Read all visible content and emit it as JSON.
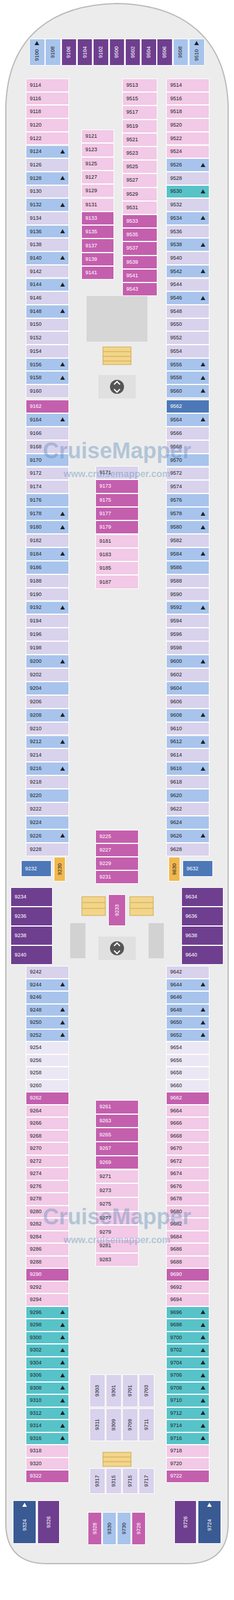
{
  "diagram": {
    "nodes": [
      {
        "text": [
          "9100"
        ]
      },
      {
        "text": [
          "9108"
        ]
      },
      {
        "text": [
          "9106"
        ]
      },
      {
        "text": [
          "9104"
        ]
      },
      {
        "text": [
          "9102"
        ]
      },
      {
        "text": [
          "9500"
        ]
      },
      {
        "text": [
          "9502"
        ]
      },
      {
        "text": [
          "9504"
        ]
      },
      {
        "text": [
          "9506"
        ]
      },
      {
        "text": [
          "9508"
        ]
      },
      {
        "text": [
          "9510"
        ]
      },
      {
        "text": [
          "9114"
        ]
      },
      {
        "text": [
          "9116"
        ]
      },
      {
        "text": [
          "9118"
        ]
      },
      {
        "text": [
          "9120"
        ]
      },
      {
        "text": [
          "9122"
        ]
      },
      {
        "text": [
          "9124"
        ]
      },
      {
        "text": [
          "9126"
        ]
      },
      {
        "text": [
          "9128"
        ]
      },
      {
        "text": [
          "9130"
        ]
      },
      {
        "text": [
          "9132"
        ]
      },
      {
        "text": [
          "9134"
        ]
      },
      {
        "text": [
          "9136"
        ]
      },
      {
        "text": [
          "9138"
        ]
      },
      {
        "text": [
          "9140"
        ]
      },
      {
        "text": [
          "9142"
        ]
      },
      {
        "text": [
          "9144"
        ]
      },
      {
        "text": [
          "9146"
        ]
      },
      {
        "text": [
          "9148"
        ]
      },
      {
        "text": [
          "9150"
        ]
      },
      {
        "text": [
          "9152"
        ]
      },
      {
        "text": [
          "9154"
        ]
      },
      {
        "text": [
          "9156"
        ]
      },
      {
        "text": [
          "9158"
        ]
      },
      {
        "text": [
          "9160"
        ]
      },
      {
        "text": [
          "9121"
        ]
      },
      {
        "text": [
          "9123"
        ]
      },
      {
        "text": [
          "9125"
        ]
      },
      {
        "text": [
          "9127"
        ]
      },
      {
        "text": [
          "9129"
        ]
      },
      {
        "text": [
          "9131"
        ]
      },
      {
        "text": [
          "9133"
        ]
      },
      {
        "text": [
          "9135"
        ]
      },
      {
        "text": [
          "9137"
        ]
      },
      {
        "text": [
          "9139"
        ]
      },
      {
        "text": [
          "9141"
        ]
      },
      {
        "text": [
          "9513"
        ]
      },
      {
        "text": [
          "9515"
        ]
      },
      {
        "text": [
          "9517"
        ]
      },
      {
        "text": [
          "9519"
        ]
      },
      {
        "text": [
          "9521"
        ]
      },
      {
        "text": [
          "9523"
        ]
      },
      {
        "text": [
          "9525"
        ]
      },
      {
        "text": [
          "9527"
        ]
      },
      {
        "text": [
          "9529"
        ]
      },
      {
        "text": [
          "9531"
        ]
      },
      {
        "text": [
          "9533"
        ]
      },
      {
        "text": [
          "9535"
        ]
      },
      {
        "text": [
          "9537"
        ]
      },
      {
        "text": [
          "9539"
        ]
      },
      {
        "text": [
          "9541"
        ]
      },
      {
        "text": [
          "9543"
        ]
      },
      {
        "text": [
          "9514"
        ]
      },
      {
        "text": [
          "9516"
        ]
      },
      {
        "text": [
          "9518"
        ]
      },
      {
        "text": [
          "9520"
        ]
      },
      {
        "text": [
          "9522"
        ]
      },
      {
        "text": [
          "9524"
        ]
      },
      {
        "text": [
          "9526"
        ]
      },
      {
        "text": [
          "9528"
        ]
      },
      {
        "text": [
          "9530"
        ]
      },
      {
        "text": [
          "9532"
        ]
      },
      {
        "text": [
          "9534"
        ]
      },
      {
        "text": [
          "9536"
        ]
      },
      {
        "text": [
          "9538"
        ]
      },
      {
        "text": [
          "9540"
        ]
      },
      {
        "text": [
          "9542"
        ]
      },
      {
        "text": [
          "9544"
        ]
      },
      {
        "text": [
          "9546"
        ]
      },
      {
        "text": [
          "9548"
        ]
      },
      {
        "text": [
          "9550"
        ]
      },
      {
        "text": [
          "9552"
        ]
      },
      {
        "text": [
          "9554"
        ]
      },
      {
        "text": [
          "9556"
        ]
      },
      {
        "text": [
          "9558"
        ]
      },
      {
        "text": [
          "9560"
        ]
      },
      {
        "text": [
          "9162"
        ]
      },
      {
        "text": [
          "9164"
        ]
      },
      {
        "text": [
          "9166"
        ]
      },
      {
        "text": [
          "9168"
        ]
      },
      {
        "text": [
          "9170"
        ]
      },
      {
        "text": [
          "9172"
        ]
      },
      {
        "text": [
          "9174"
        ]
      },
      {
        "text": [
          "9176"
        ]
      },
      {
        "text": [
          "9178"
        ]
      },
      {
        "text": [
          "9180"
        ]
      },
      {
        "text": [
          "9182"
        ]
      },
      {
        "text": [
          "9184"
        ]
      },
      {
        "text": [
          "9186"
        ]
      },
      {
        "text": [
          "9188"
        ]
      },
      {
        "text": [
          "9190"
        ]
      },
      {
        "text": [
          "9192"
        ]
      },
      {
        "text": [
          "9194"
        ]
      },
      {
        "text": [
          "9196"
        ]
      },
      {
        "text": [
          "9198"
        ]
      },
      {
        "text": [
          "9200"
        ]
      },
      {
        "text": [
          "9202"
        ]
      },
      {
        "text": [
          "9204"
        ]
      },
      {
        "text": [
          "9206"
        ]
      },
      {
        "text": [
          "9208"
        ]
      },
      {
        "text": [
          "9210"
        ]
      },
      {
        "text": [
          "9212"
        ]
      },
      {
        "text": [
          "9214"
        ]
      },
      {
        "text": [
          "9216"
        ]
      },
      {
        "text": [
          "9218"
        ]
      },
      {
        "text": [
          "9220"
        ]
      },
      {
        "text": [
          "9222"
        ]
      },
      {
        "text": [
          "9224"
        ]
      },
      {
        "text": [
          "9226"
        ]
      },
      {
        "text": [
          "9228"
        ]
      },
      {
        "text": [
          "9171"
        ]
      },
      {
        "text": [
          "9173"
        ]
      },
      {
        "text": [
          "9175"
        ]
      },
      {
        "text": [
          "9177"
        ]
      },
      {
        "text": [
          "9179"
        ]
      },
      {
        "text": [
          "9181"
        ]
      },
      {
        "text": [
          "9183"
        ]
      },
      {
        "text": [
          "9185"
        ]
      },
      {
        "text": [
          "9187"
        ]
      },
      {
        "text": [
          "9562"
        ]
      },
      {
        "text": [
          "9564"
        ]
      },
      {
        "text": [
          "9566"
        ]
      },
      {
        "text": [
          "9568"
        ]
      },
      {
        "text": [
          "9570"
        ]
      },
      {
        "text": [
          "9572"
        ]
      },
      {
        "text": [
          "9574"
        ]
      },
      {
        "text": [
          "9576"
        ]
      },
      {
        "text": [
          "9578"
        ]
      },
      {
        "text": [
          "9580"
        ]
      },
      {
        "text": [
          "9582"
        ]
      },
      {
        "text": [
          "9584"
        ]
      },
      {
        "text": [
          "9586"
        ]
      },
      {
        "text": [
          "9588"
        ]
      },
      {
        "text": [
          "9590"
        ]
      },
      {
        "text": [
          "9592"
        ]
      },
      {
        "text": [
          "9594"
        ]
      },
      {
        "text": [
          "9596"
        ]
      },
      {
        "text": [
          "9598"
        ]
      },
      {
        "text": [
          "9600"
        ]
      },
      {
        "text": [
          "9602"
        ]
      },
      {
        "text": [
          "9604"
        ]
      },
      {
        "text": [
          "9606"
        ]
      },
      {
        "text": [
          "9608"
        ]
      },
      {
        "text": [
          "9610"
        ]
      },
      {
        "text": [
          "9612"
        ]
      },
      {
        "text": [
          "9614"
        ]
      },
      {
        "text": [
          "9616"
        ]
      },
      {
        "text": [
          "9618"
        ]
      },
      {
        "text": [
          "9620"
        ]
      },
      {
        "text": [
          "9622"
        ]
      },
      {
        "text": [
          "9624"
        ]
      },
      {
        "text": [
          "9626"
        ]
      },
      {
        "text": [
          "9628"
        ]
      },
      {
        "text": [
          "9232"
        ]
      },
      {
        "text": [
          "9230"
        ]
      },
      {
        "text": [
          "9225"
        ]
      },
      {
        "text": [
          "9227"
        ]
      },
      {
        "text": [
          "9229"
        ]
      },
      {
        "text": [
          "9231"
        ]
      },
      {
        "text": [
          "9233"
        ]
      },
      {
        "text": [
          "9630"
        ]
      },
      {
        "text": [
          "9632"
        ]
      },
      {
        "text": [
          "9234"
        ]
      },
      {
        "text": [
          "9236"
        ]
      },
      {
        "text": [
          "9238"
        ]
      },
      {
        "text": [
          "9240"
        ]
      },
      {
        "text": [
          "9242"
        ]
      },
      {
        "text": [
          "9244"
        ]
      },
      {
        "text": [
          "9246"
        ]
      },
      {
        "text": [
          "9248"
        ]
      },
      {
        "text": [
          "9250"
        ]
      },
      {
        "text": [
          "9252"
        ]
      },
      {
        "text": [
          "9254"
        ]
      },
      {
        "text": [
          "9256"
        ]
      },
      {
        "text": [
          "9258"
        ]
      },
      {
        "text": [
          "9260"
        ]
      },
      {
        "text": [
          "9262"
        ]
      },
      {
        "text": [
          "9264"
        ]
      },
      {
        "text": [
          "9266"
        ]
      },
      {
        "text": [
          "9268"
        ]
      },
      {
        "text": [
          "9270"
        ]
      },
      {
        "text": [
          "9272"
        ]
      },
      {
        "text": [
          "9274"
        ]
      },
      {
        "text": [
          "9276"
        ]
      },
      {
        "text": [
          "9278"
        ]
      },
      {
        "text": [
          "9280"
        ]
      },
      {
        "text": [
          "9282"
        ]
      },
      {
        "text": [
          "9284"
        ]
      },
      {
        "text": [
          "9286"
        ]
      },
      {
        "text": [
          "9288"
        ]
      },
      {
        "text": [
          "9290"
        ]
      },
      {
        "text": [
          "9292"
        ]
      },
      {
        "text": [
          "9294"
        ]
      },
      {
        "text": [
          "9296"
        ]
      },
      {
        "text": [
          "9298"
        ]
      },
      {
        "text": [
          "9300"
        ]
      },
      {
        "text": [
          "9302"
        ]
      },
      {
        "text": [
          "9304"
        ]
      },
      {
        "text": [
          "9306"
        ]
      },
      {
        "text": [
          "9308"
        ]
      },
      {
        "text": [
          "9310"
        ]
      },
      {
        "text": [
          "9312"
        ]
      },
      {
        "text": [
          "9314"
        ]
      },
      {
        "text": [
          "9316"
        ]
      },
      {
        "text": [
          "9318"
        ]
      },
      {
        "text": [
          "9320"
        ]
      },
      {
        "text": [
          "9322"
        ]
      },
      {
        "text": [
          "9261"
        ]
      },
      {
        "text": [
          "9263"
        ]
      },
      {
        "text": [
          "9265"
        ]
      },
      {
        "text": [
          "9267"
        ]
      },
      {
        "text": [
          "9269"
        ]
      },
      {
        "text": [
          "9271"
        ]
      },
      {
        "text": [
          "9273"
        ]
      },
      {
        "text": [
          "9275"
        ]
      },
      {
        "text": [
          "9277"
        ]
      },
      {
        "text": [
          "9279"
        ]
      },
      {
        "text": [
          "9281"
        ]
      },
      {
        "text": [
          "9283"
        ]
      },
      {
        "text": [
          "9303"
        ]
      },
      {
        "text": [
          "9301"
        ]
      },
      {
        "text": [
          "9701"
        ]
      },
      {
        "text": [
          "9703"
        ]
      },
      {
        "text": [
          "9311"
        ]
      },
      {
        "text": [
          "9309"
        ]
      },
      {
        "text": [
          "9709"
        ]
      },
      {
        "text": [
          "9711"
        ]
      },
      {
        "text": [
          "9317"
        ]
      },
      {
        "text": [
          "9315"
        ]
      },
      {
        "text": [
          "9715"
        ]
      },
      {
        "text": [
          "9717"
        ]
      },
      {
        "text": [
          "9634"
        ]
      },
      {
        "text": [
          "9636"
        ]
      },
      {
        "text": [
          "9638"
        ]
      },
      {
        "text": [
          "9640"
        ]
      },
      {
        "text": [
          "9642"
        ]
      },
      {
        "text": [
          "9644"
        ]
      },
      {
        "text": [
          "9646"
        ]
      },
      {
        "text": [
          "9648"
        ]
      },
      {
        "text": [
          "9650"
        ]
      },
      {
        "text": [
          "9652"
        ]
      },
      {
        "text": [
          "9654"
        ]
      },
      {
        "text": [
          "9656"
        ]
      },
      {
        "text": [
          "9658"
        ]
      },
      {
        "text": [
          "9660"
        ]
      },
      {
        "text": [
          "9662"
        ]
      },
      {
        "text": [
          "9664"
        ]
      },
      {
        "text": [
          "9666"
        ]
      },
      {
        "text": [
          "9668"
        ]
      },
      {
        "text": [
          "9670"
        ]
      },
      {
        "text": [
          "9672"
        ]
      },
      {
        "text": [
          "9674"
        ]
      },
      {
        "text": [
          "9676"
        ]
      },
      {
        "text": [
          "9678"
        ]
      },
      {
        "text": [
          "9680"
        ]
      },
      {
        "text": [
          "9682"
        ]
      },
      {
        "text": [
          "9684"
        ]
      },
      {
        "text": [
          "9686"
        ]
      },
      {
        "text": [
          "9688"
        ]
      },
      {
        "text": [
          "9690"
        ]
      },
      {
        "text": [
          "9692"
        ]
      },
      {
        "text": [
          "9694"
        ]
      },
      {
        "text": [
          "9696"
        ]
      },
      {
        "text": [
          "9698"
        ]
      },
      {
        "text": [
          "9700"
        ]
      },
      {
        "text": [
          "9702"
        ]
      },
      {
        "text": [
          "9704"
        ]
      },
      {
        "text": [
          "9706"
        ]
      },
      {
        "text": [
          "9708"
        ]
      },
      {
        "text": [
          "9710"
        ]
      },
      {
        "text": [
          "9712"
        ]
      },
      {
        "text": [
          "9714"
        ]
      },
      {
        "text": [
          "9716"
        ]
      },
      {
        "text": [
          "9718"
        ]
      },
      {
        "text": [
          "9720"
        ]
      },
      {
        "text": [
          "9722"
        ]
      },
      {
        "text": [
          "9324"
        ]
      },
      {
        "text": [
          "9326"
        ]
      },
      {
        "text": [
          "9328"
        ]
      },
      {
        "text": [
          "9330"
        ]
      },
      {
        "text": [
          "9730"
        ]
      },
      {
        "text": [
          "9728"
        ]
      },
      {
        "text": [
          "9726"
        ]
      },
      {
        "text": [
          "9724"
        ]
      }
    ],
    "labels": [
      "CruiseMapper",
      "www.cruisemapper.com",
      "CruiseMapper",
      "www.cruisemapper.com"
    ]
  }
}
